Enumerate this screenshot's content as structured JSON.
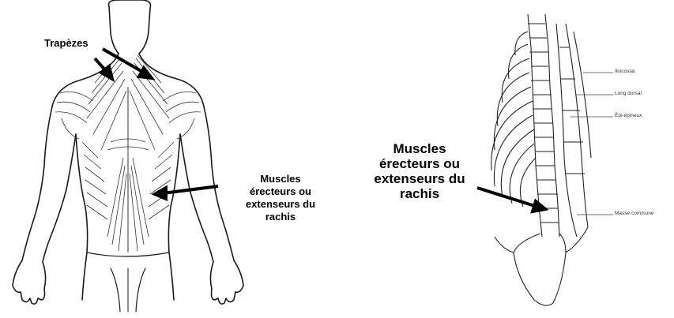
{
  "left_figure": {
    "label_trapezes": "Trapèzes",
    "label_muscles": [
      "Muscles",
      "érecteurs ou",
      "extenseurs du",
      "rachis"
    ]
  },
  "right_figure": {
    "label_muscles": [
      "Muscles",
      "érecteurs ou",
      "extenseurs du",
      "rachis"
    ],
    "small_labels": [
      "Iliocostal",
      "Long dorsal",
      "Épi-épineux",
      "Masse commune"
    ]
  },
  "colors": {
    "ink": "#000000",
    "line": "#1a1a1a",
    "background": "#ffffff"
  }
}
